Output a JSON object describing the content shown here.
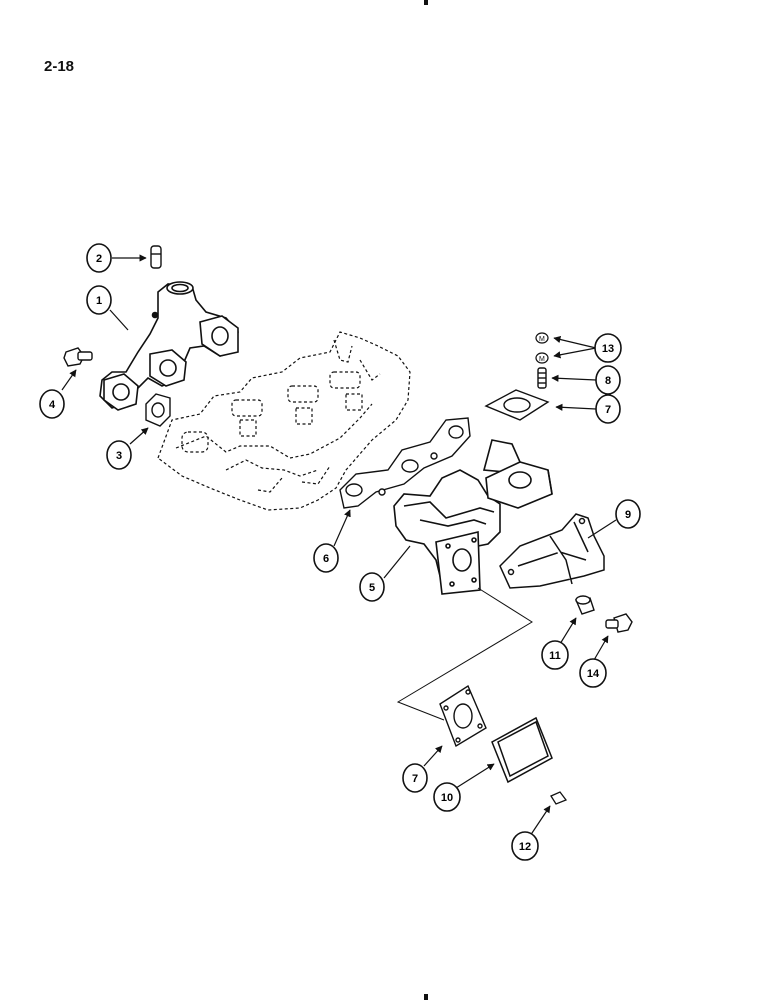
{
  "page": {
    "number": "2-18"
  },
  "callouts": [
    {
      "id": "c1",
      "label": "1"
    },
    {
      "id": "c2",
      "label": "2"
    },
    {
      "id": "c3",
      "label": "3"
    },
    {
      "id": "c4",
      "label": "4"
    },
    {
      "id": "c5",
      "label": "5"
    },
    {
      "id": "c6",
      "label": "6"
    },
    {
      "id": "c7a",
      "label": "7"
    },
    {
      "id": "c7b",
      "label": "7"
    },
    {
      "id": "c8",
      "label": "8"
    },
    {
      "id": "c9",
      "label": "9"
    },
    {
      "id": "c10",
      "label": "10"
    },
    {
      "id": "c11",
      "label": "11"
    },
    {
      "id": "c12",
      "label": "12"
    },
    {
      "id": "c13",
      "label": "13"
    },
    {
      "id": "c14",
      "label": "14"
    }
  ],
  "colors": {
    "ink": "#111111",
    "paper": "#ffffff"
  }
}
